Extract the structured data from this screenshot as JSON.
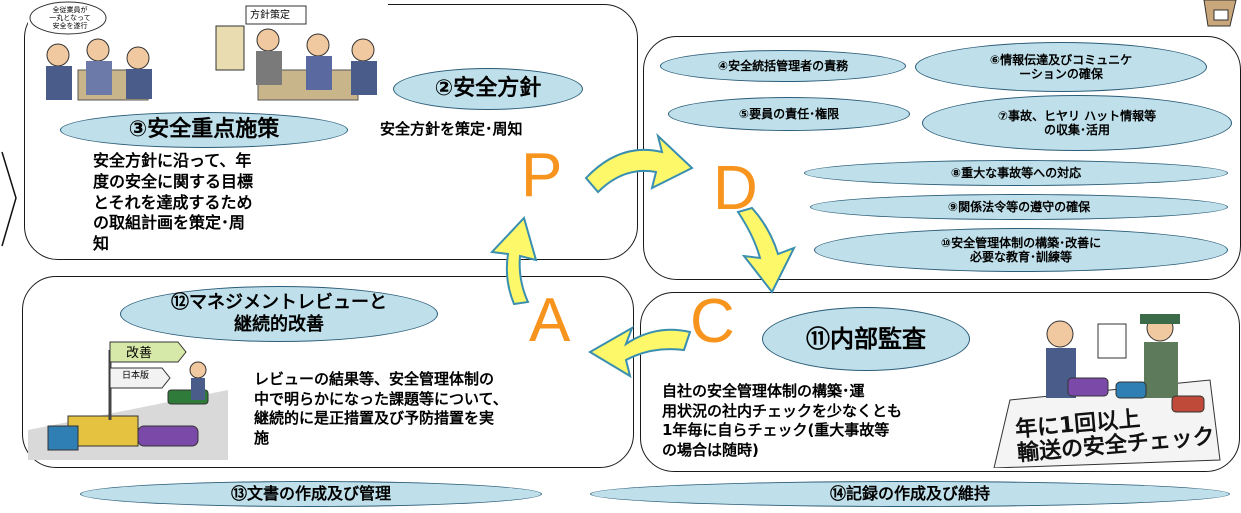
{
  "cycle": {
    "p_letter": "P",
    "d_letter": "D",
    "c_letter": "C",
    "a_letter": "A"
  },
  "plan": {
    "policy_ellipse": "②安全方針",
    "policy_text": "安全方針を策定･周知",
    "priority_ellipse": "③安全重点施策",
    "priority_text": "安全方針に沿って、年\n度の安全に関する目標\nとそれを達成するため\nの取組計画を策定･周\n知",
    "illustration_sign1": "全従業員が\n一丸となって\n安全を遂行",
    "illustration_sign2": "方針策定"
  },
  "do": {
    "items": [
      "④安全統括管理者の責務",
      "⑥情報伝達及びコミュニケ\nーションの確保",
      "⑤要員の責任･権限",
      "⑦事故、ヒヤリ ハット情報等\nの収集･活用",
      "⑧重大な事故等への対応",
      "⑨関係法令等の遵守の確保",
      "⑩安全管理体制の構築･改善に\n必要な教育･訓練等"
    ]
  },
  "check": {
    "ellipse": "⑪内部監査",
    "text": "自社の安全管理体制の構築･運\n用状況の社内チェックを少なくとも\n1年毎に自らチェック(重大事故等\nの場合は随時)",
    "banner": "年に1回以上\n輸送の安全チェック"
  },
  "act": {
    "ellipse": "⑫マネジメントレビューと\n継続的改善",
    "text": "レビューの結果等、安全管理体制の\n中で明らかになった課題等について、\n継続的に是正措置及び予防措置を実\n施",
    "sign1": "改善",
    "sign2": "日本版"
  },
  "bottom": {
    "documents": "⑬文書の作成及び管理",
    "records": "⑭記録の作成及び維持"
  },
  "colors": {
    "ellipse_fill": "#bfe0ea",
    "ellipse_border": "#2b5c78",
    "letter": "#f7941d",
    "arrow_fill": "#fdf86a",
    "arrow_border": "#3a8fb0"
  }
}
